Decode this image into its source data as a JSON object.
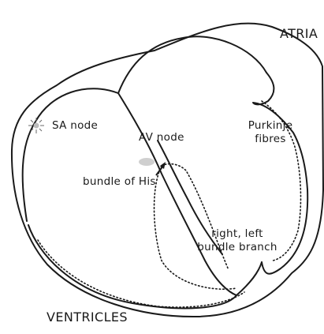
{
  "labels": {
    "atria": "ATRIA",
    "ventricles": "VENTRICLES",
    "sa_node": "SA node",
    "av_node": "AV node",
    "bundle_of_his": "bundle of His",
    "purkinje_line1": "Purkinje",
    "purkinje_line2": "fibres",
    "branch_line1": "right, left",
    "branch_line2": "bundle branch"
  },
  "colors": {
    "ink": "#1a1a1a",
    "node_fill": "#cfcfcf",
    "background": "#ffffff"
  }
}
